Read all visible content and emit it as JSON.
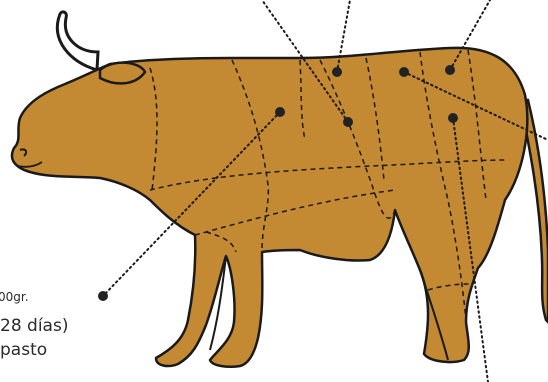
{
  "labels": {
    "weight": "00gr.",
    "aging": "28 días)",
    "feed": "pasto"
  },
  "colors": {
    "hide": "#c48a33",
    "outline": "#1a1a1a",
    "horn": "#ffffff",
    "marker": "#222222"
  },
  "icons": [
    "bull-silhouette",
    "horn-icon",
    "cut-marker-dot"
  ]
}
